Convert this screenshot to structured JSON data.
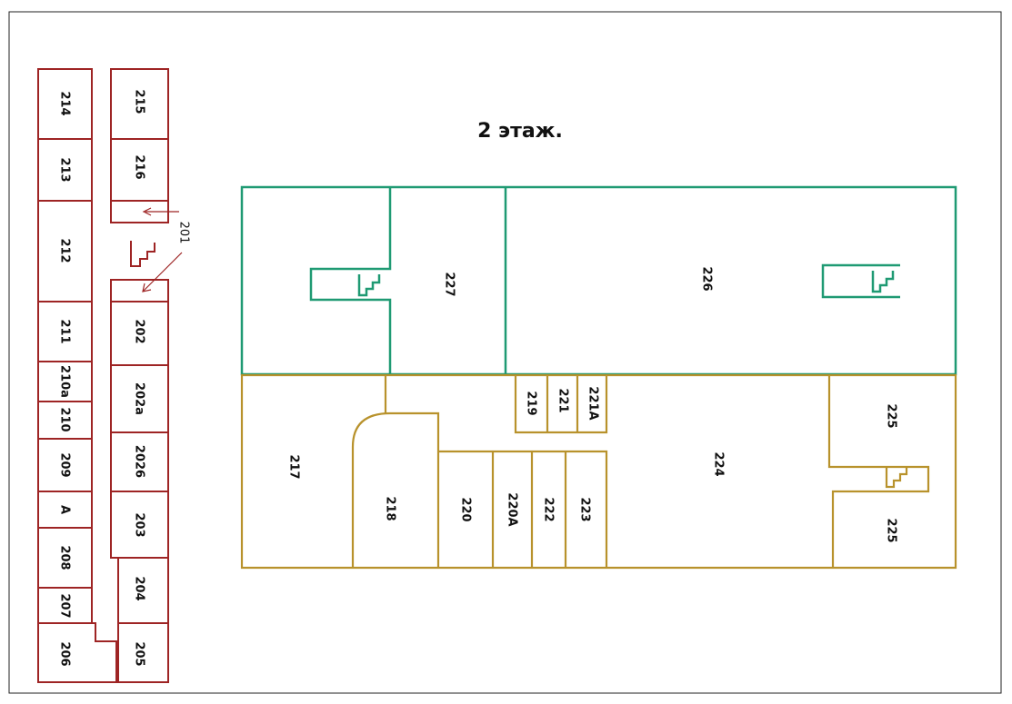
{
  "title": "2 этаж.",
  "colors": {
    "west_wing": "#9e2424",
    "north_block": "#1f9a73",
    "south_block": "#b8922c"
  },
  "west_wing": {
    "rooms": {
      "r214": "214",
      "r213": "213",
      "r212": "212",
      "r211": "211",
      "r210a": "210a",
      "r210": "210",
      "r209": "209",
      "rA": "A",
      "r208": "208",
      "r207": "207",
      "r206": "206",
      "r215": "215",
      "r216": "216",
      "r202": "202",
      "r202a": "202a",
      "r202b": "2026",
      "r203": "203",
      "r204": "204",
      "r205": "205"
    },
    "corridor_label": "201"
  },
  "north_block": {
    "rooms": {
      "r227": "227",
      "r226": "226"
    }
  },
  "south_block": {
    "rooms": {
      "r217": "217",
      "r218": "218",
      "r219": "219",
      "r221": "221",
      "r221A": "221A",
      "r220": "220",
      "r220A": "220A",
      "r222": "222",
      "r223": "223",
      "r224": "224",
      "r225_top": "225",
      "r225_bottom": "225"
    }
  }
}
